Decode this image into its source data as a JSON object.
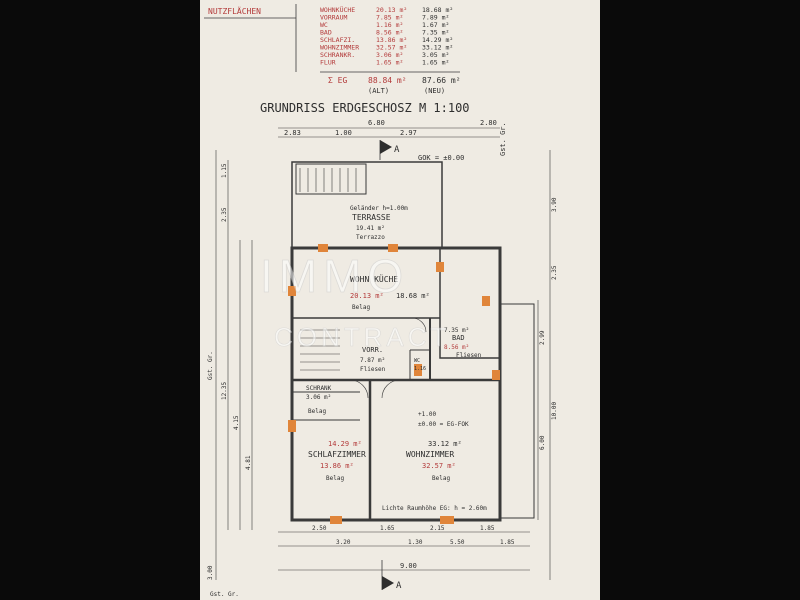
{
  "table": {
    "header": "NUTZFLÄCHEN",
    "rows": [
      {
        "label": "WOHNKÜCHE",
        "alt": "20.13 m²",
        "neu": "18.68 m²"
      },
      {
        "label": "VORRAUM",
        "alt": "7.85 m²",
        "neu": "7.89 m²"
      },
      {
        "label": "WC",
        "alt": "1.16 m²",
        "neu": "1.67 m²"
      },
      {
        "label": "BAD",
        "alt": "8.56 m²",
        "neu": "7.35 m²"
      },
      {
        "label": "SCHLAFZI.",
        "alt": "13.86 m²",
        "neu": "14.29 m²"
      },
      {
        "label": "WOHNZIMMER",
        "alt": "32.57 m²",
        "neu": "33.12 m²"
      },
      {
        "label": "SCHRANKR.",
        "alt": "3.06 m²",
        "neu": "3.05 m²"
      },
      {
        "label": "FLUR",
        "alt": "1.65 m²",
        "neu": "1.65 m²"
      }
    ],
    "sum_label": "Σ EG",
    "sum_alt": "88.84 m²",
    "sum_neu": "87.66 m²",
    "col_alt": "(ALT)",
    "col_neu": "(NEU)"
  },
  "title": "GRUNDRISS ERDGESCHOSZ M 1:100",
  "watermark": {
    "line1": "IMMO",
    "line2": "CONTRACT"
  },
  "section_marker": "A",
  "rooms": {
    "terrasse": {
      "name": "TERRASSE",
      "area": "19.41 m²",
      "note": "Terrazzo"
    },
    "kueche": {
      "name": "WOHN KÜCHE",
      "area_alt": "20.13 m²",
      "area_neu": "18.68 m²",
      "note": "Belag"
    },
    "vorr": {
      "name": "VORR.",
      "area": "7.87 m²",
      "note": "Fliesen"
    },
    "bad": {
      "name": "BAD",
      "area_alt": "8.56 m²",
      "area_neu": "7.35 m²",
      "note": "Fliesen"
    },
    "wc": {
      "name": "WC",
      "area": "1.16"
    },
    "schrank": {
      "name": "SCHRANK",
      "area": "3.06 m²",
      "note": "Belag"
    },
    "schlaf": {
      "name": "SCHLAFZIMMER",
      "area_neu": "14.29 m²",
      "area_alt": "13.86 m²",
      "note": "Belag"
    },
    "wohn": {
      "name": "WOHNZIMMER",
      "area_neu": "33.12 m²",
      "area_alt": "32.57 m²",
      "note": "Belag"
    }
  },
  "annotations": {
    "gok": "GOK = ±0.00",
    "gelaender": "Geländer h=1.00m",
    "egfok": "±0.00 = EG-FOK",
    "raumhoehe": "Lichte Raumhöhe EG: h = 2.60m",
    "gst_top": "Gst. Gr.",
    "gst_side": "Gst. Gr.",
    "gst_bottom": "Gst. Gr.",
    "level": "+1.00"
  },
  "dims": {
    "top_total": "6.80",
    "top_right": "2.80",
    "top_a": "2.83",
    "top_b": "1.00",
    "top_c": "2.97",
    "terr_a": "2.50",
    "terr_b": "1.65",
    "terr_c": "2.15",
    "bottom_total": "9.00",
    "bottom_a": "3.20",
    "bottom_b": "5.50",
    "bottom_c": "1.30",
    "bottom_d": "1.85",
    "bottom_e": "1.85",
    "left_a": "1.15",
    "left_b": "2.35",
    "left_c": "4.15",
    "left_d": "12.35",
    "left_e": "4.81",
    "right_a": "3.90",
    "right_b": "2.35",
    "right_c": "2.99",
    "right_d": "10.00",
    "right_e": "6.00",
    "bottom_side": "3.00"
  }
}
